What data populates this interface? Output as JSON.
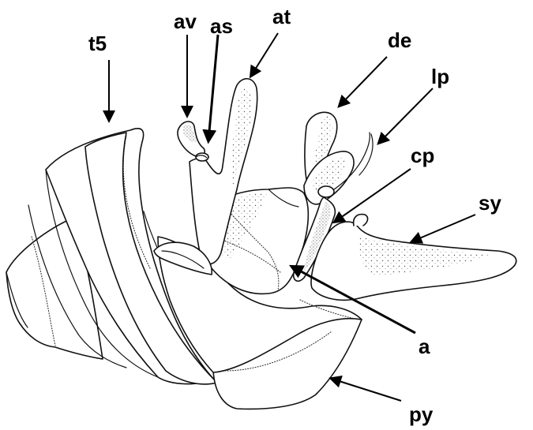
{
  "labels": {
    "t5": "t5",
    "av": "av",
    "as": "as",
    "at": "at",
    "de": "de",
    "lp": "lp",
    "cp": "cp",
    "sy": "sy",
    "a": "a",
    "py": "py"
  },
  "colors": {
    "ink": "#000000",
    "paper": "#ffffff"
  }
}
